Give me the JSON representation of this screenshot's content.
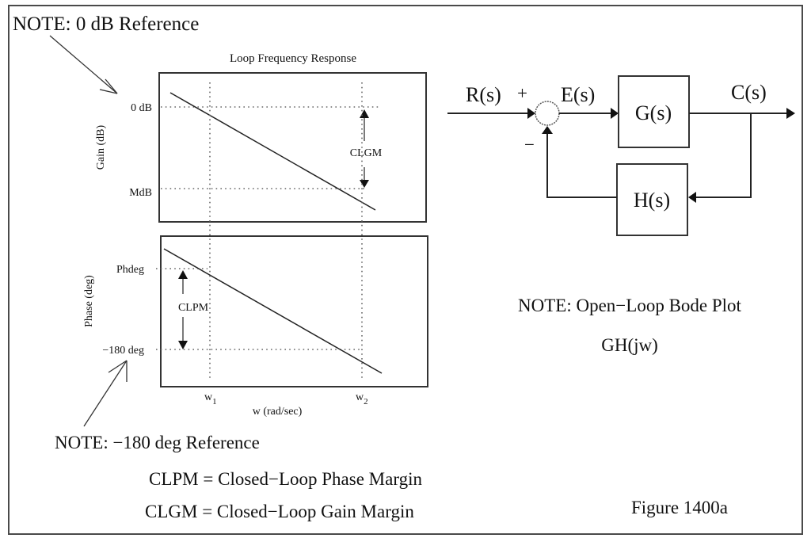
{
  "figure": {
    "label": "Figure 1400a",
    "notes": {
      "zero_db_reference": "NOTE: 0 dB Reference",
      "minus180_reference": "NOTE:  −180 deg Reference",
      "open_loop_bode_line1": "NOTE:  Open−Loop Bode Plot",
      "open_loop_bode_line2": "GH(jw)"
    },
    "definitions": {
      "clpm": "CLPM = Closed−Loop Phase Margin",
      "clgm": "CLGM = Closed−Loop Gain Margin"
    }
  },
  "bode": {
    "title": "Loop Frequency Response",
    "gain_plot": {
      "ylabel": "Gain (dB)",
      "ref_labels": {
        "top": "0 dB",
        "bottom": "MdB"
      },
      "margin_label": "CLGM"
    },
    "phase_plot": {
      "ylabel": "Phase (deg)",
      "ref_labels": {
        "top": "Phdeg",
        "bottom": "−180 deg"
      },
      "margin_label": "CLPM"
    },
    "xlabel": "w (rad/sec)",
    "freq_markers": [
      {
        "base": "w",
        "sub": "1"
      },
      {
        "base": "w",
        "sub": "2"
      }
    ]
  },
  "block_diagram": {
    "input": "R(s)",
    "plus_sign": "+",
    "minus_sign": "−",
    "error": "E(s)",
    "forward_block": "G(s)",
    "feedback_block": "H(s)",
    "output": "C(s)"
  },
  "chart_data": {
    "type": "line",
    "title": "Loop Frequency Response",
    "xlabel": "w (rad/sec)",
    "x_ticks": [
      "w1",
      "w2"
    ],
    "panels": [
      {
        "name": "gain",
        "ylabel": "Gain (dB)",
        "y_reference_lines": [
          "0 dB",
          "MdB"
        ],
        "series": [
          {
            "name": "Gain",
            "shape": "monotonically decreasing straight line",
            "crosses_0dB_at": "w1",
            "crosses_MdB_at": "w2"
          }
        ],
        "annotation": "CLGM = distance between 0 dB and MdB"
      },
      {
        "name": "phase",
        "ylabel": "Phase (deg)",
        "y_reference_lines": [
          "Phdeg",
          "-180 deg"
        ],
        "series": [
          {
            "name": "Phase",
            "shape": "monotonically decreasing straight line",
            "crosses_Phdeg_at": "w1",
            "crosses_minus180_at": "w2"
          }
        ],
        "annotation": "CLPM = distance between Phdeg and -180 deg"
      }
    ],
    "grid": false
  }
}
